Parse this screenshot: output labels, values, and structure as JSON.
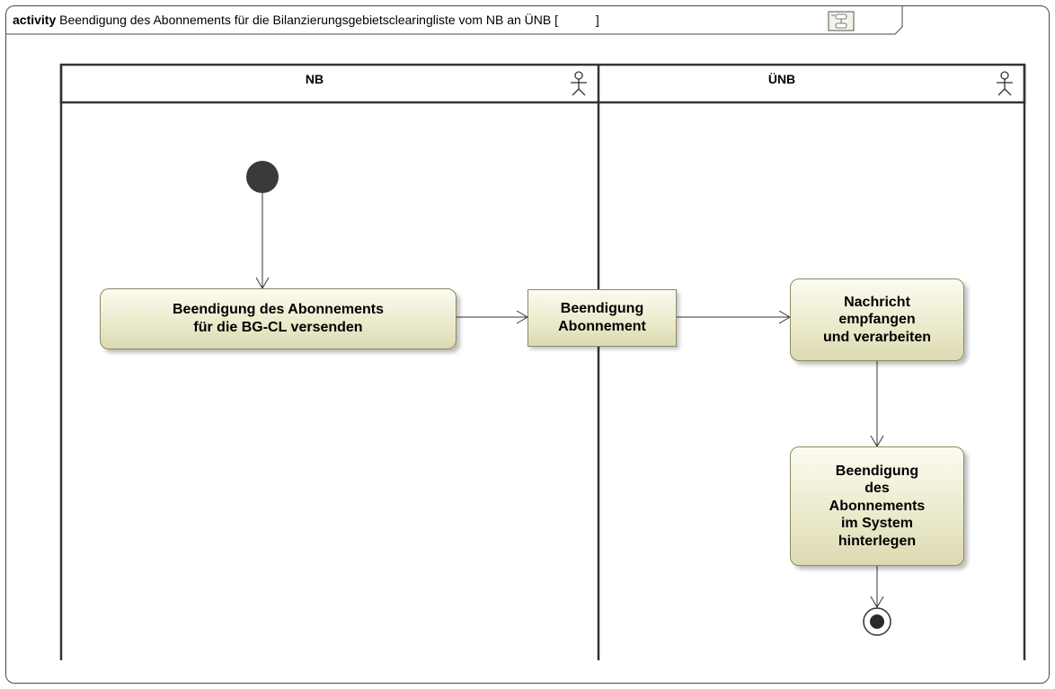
{
  "frame": {
    "keyword": "activity",
    "title": "Beendigung des Abonnements für die Bilanzierungsgebietsclearingliste vom NB an ÜNB",
    "bracket_open": "[",
    "bracket_close": "]",
    "icon": "activity-diagram-icon"
  },
  "lanes": [
    {
      "label": "NB",
      "icon": "actor-icon"
    },
    {
      "label": "ÜNB",
      "icon": "actor-icon"
    }
  ],
  "nodes": {
    "send_action": "Beendigung des Abonnements\nfür die BG-CL versenden",
    "object_node": "Beendigung\nAbonnement",
    "receive_action": "Nachricht\nempfangen\nund verarbeiten",
    "store_action": "Beendigung\ndes\nAbonnements\nim System\nhinterlegen"
  },
  "colors": {
    "action_fill_top": "#fbfbf0",
    "action_fill_bottom": "#dcdab2",
    "action_border": "#8c8a63",
    "lines": "#333333"
  }
}
